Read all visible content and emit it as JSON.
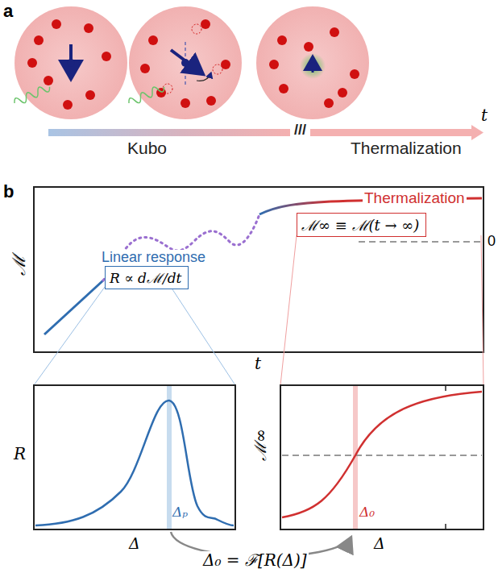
{
  "diagram": {
    "nodes": [
      {
        "text": [
          "R ∝ dℳ/dt"
        ]
      },
      {
        "text": [
          "ℳ∞ ≡ ℳ(t → ∞)"
        ]
      }
    ],
    "labels": [
      "a",
      "Kubo",
      "///",
      "Thermalization",
      "t",
      "b",
      "ℳ",
      "Linear response",
      "Thermalization",
      "0",
      "t",
      "R",
      "Δ",
      "Δₚ",
      "ℳ∞",
      "Δ",
      "Δ₀",
      "Δ₀ = ℱ[R(Δ)]"
    ]
  }
}
